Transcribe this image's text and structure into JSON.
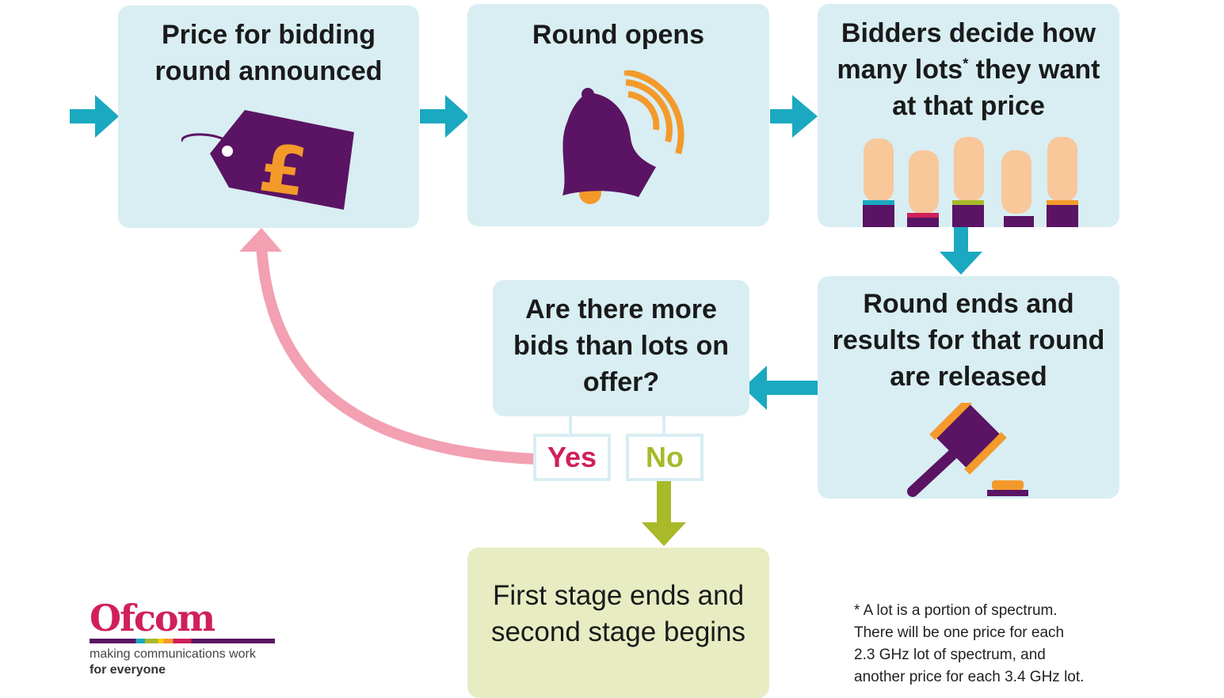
{
  "steps": {
    "price_announced": "Price for bidding round announced",
    "round_opens": "Round opens",
    "bidders_decide_pre": "Bidders decide how many lots",
    "bidders_decide_asterisk": "*",
    "bidders_decide_post": " they want at that price",
    "round_ends": "Round ends and results for that round are released",
    "question": "Are there more bids than lots on offer?",
    "yes": "Yes",
    "no": "No",
    "final": "First stage ends and second stage begins"
  },
  "icons": [
    "price-tag-pound-icon",
    "bell-ringing-icon",
    "raised-hands-icon",
    "gavel-icon"
  ],
  "tag_symbol": "£",
  "footnote": [
    "* A lot is a portion of spectrum.",
    "There will be one price for each",
    "2.3 GHz lot of spectrum, and",
    "another price for each 3.4 GHz lot."
  ],
  "logo": {
    "name": "Ofcom",
    "tagline": "making communications work",
    "tagline_bold": "for everyone"
  },
  "colors": {
    "box": "#d8eef3",
    "arrow": "#1aa9c0",
    "purple": "#5a1463",
    "orange": "#f39a2b",
    "loop": "#f2a0b2",
    "yes": "#d0205a",
    "no": "#a8b92a",
    "final_box": "#e8ecc3"
  }
}
